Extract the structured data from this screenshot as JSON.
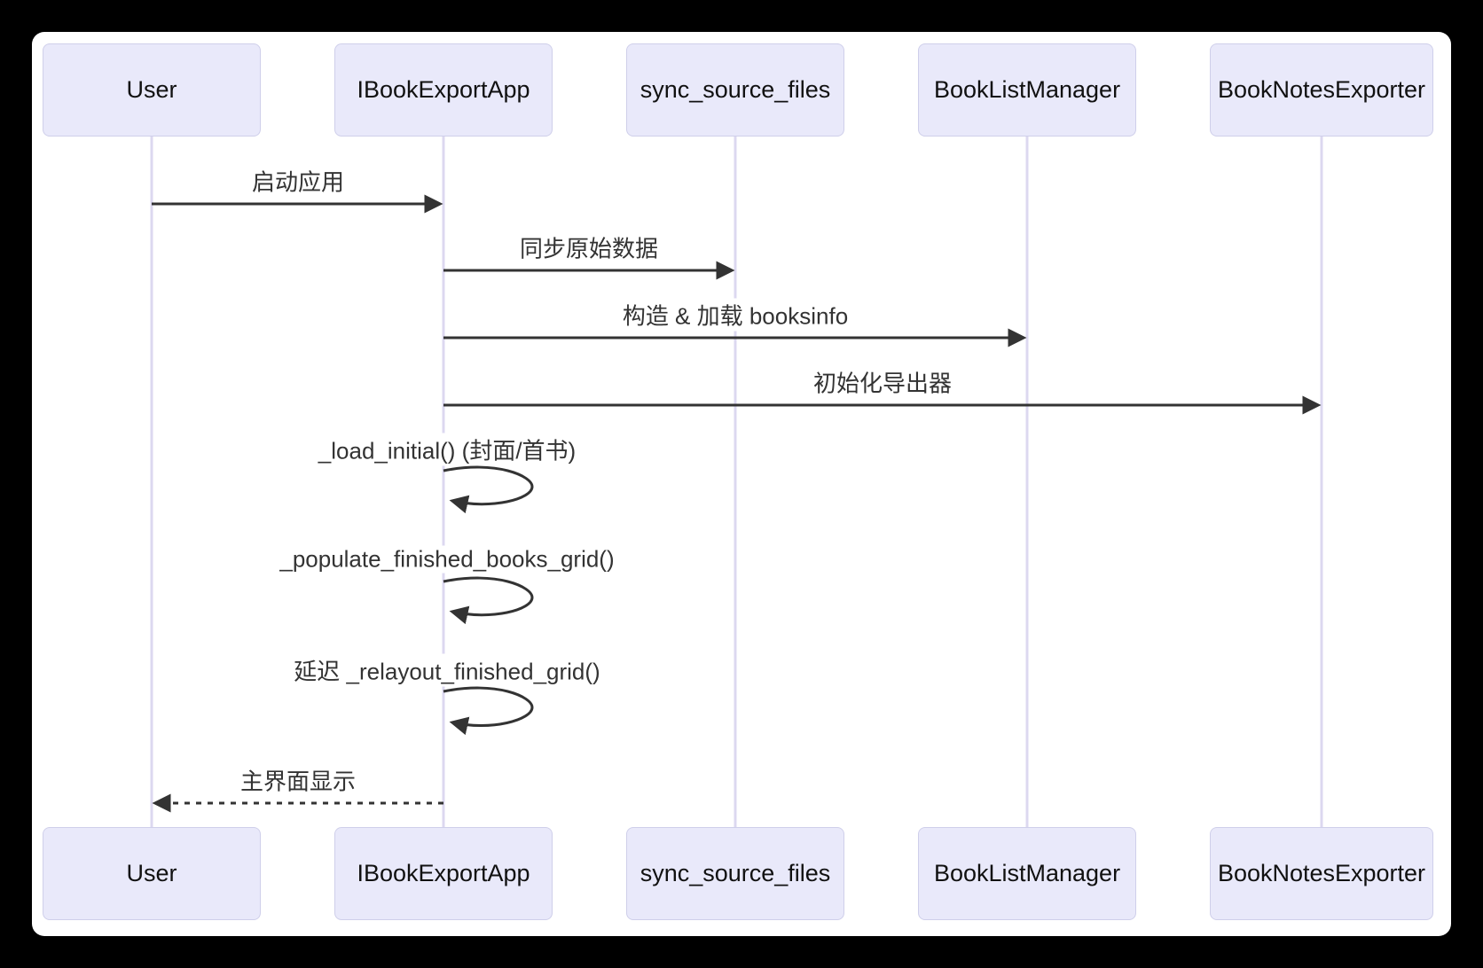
{
  "diagram": {
    "type": "sequence-diagram",
    "participants": [
      {
        "name": "User"
      },
      {
        "name": "IBookExportApp"
      },
      {
        "name": "sync_source_files"
      },
      {
        "name": "BookListManager"
      },
      {
        "name": "BookNotesExporter"
      }
    ],
    "messages": [
      {
        "from": "User",
        "to": "IBookExportApp",
        "label": "启动应用",
        "style": "solid-arrow"
      },
      {
        "from": "IBookExportApp",
        "to": "sync_source_files",
        "label": "同步原始数据",
        "style": "solid-arrow"
      },
      {
        "from": "IBookExportApp",
        "to": "BookListManager",
        "label": "构造 & 加载 booksinfo",
        "style": "solid-arrow"
      },
      {
        "from": "IBookExportApp",
        "to": "BookNotesExporter",
        "label": "初始化导出器",
        "style": "solid-arrow"
      },
      {
        "from": "IBookExportApp",
        "to": "IBookExportApp",
        "label": "_load_initial() (封面/首书)",
        "style": "self-loop"
      },
      {
        "from": "IBookExportApp",
        "to": "IBookExportApp",
        "label": "_populate_finished_books_grid()",
        "style": "self-loop"
      },
      {
        "from": "IBookExportApp",
        "to": "IBookExportApp",
        "label": "延迟 _relayout_finished_grid()",
        "style": "self-loop"
      },
      {
        "from": "IBookExportApp",
        "to": "User",
        "label": "主界面显示",
        "style": "dashed-arrow"
      }
    ],
    "colors": {
      "frame_background": "#000000",
      "canvas_background": "#ffffff",
      "actor_fill": "#E9E9FA",
      "actor_border": "#CFCFEA",
      "lifeline": "#DCD8F0",
      "message_line": "#333333",
      "message_text": "#333333",
      "actor_text": "#111111"
    }
  }
}
